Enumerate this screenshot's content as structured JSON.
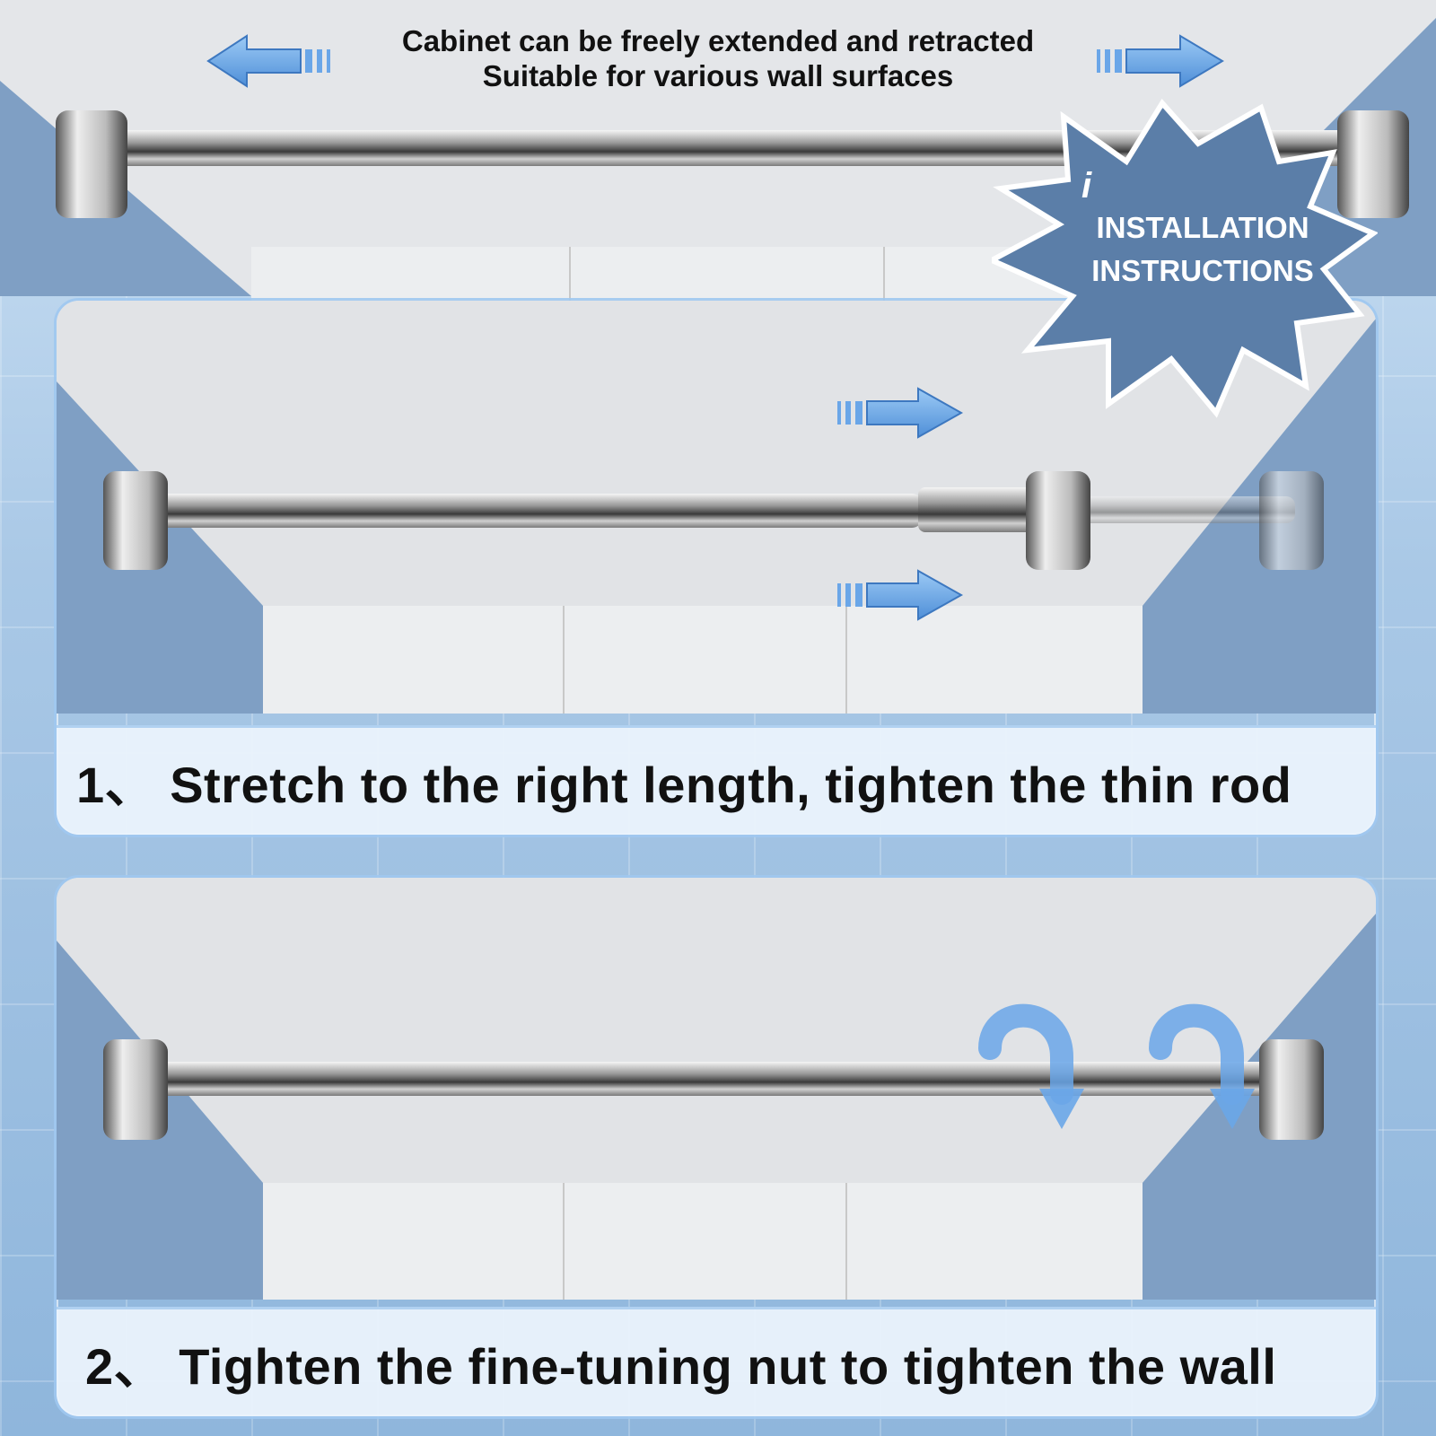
{
  "header": {
    "line1": "Cabinet can be freely extended and retracted",
    "line2": "Suitable for various wall surfaces"
  },
  "badge": {
    "line1": "INSTALLATION",
    "line2": "INSTRUCTIONS",
    "icon": "info-icon"
  },
  "steps": [
    {
      "caption": "1、 Stretch to the right length, tighten the thin rod"
    },
    {
      "caption": "2、 Tighten the fine-tuning nut to tighten the wall"
    }
  ],
  "colors": {
    "accent_blue": "#5b7ea8",
    "arrow_blue": "#6aa6e8",
    "caption_bg": "#ebf3fc"
  }
}
